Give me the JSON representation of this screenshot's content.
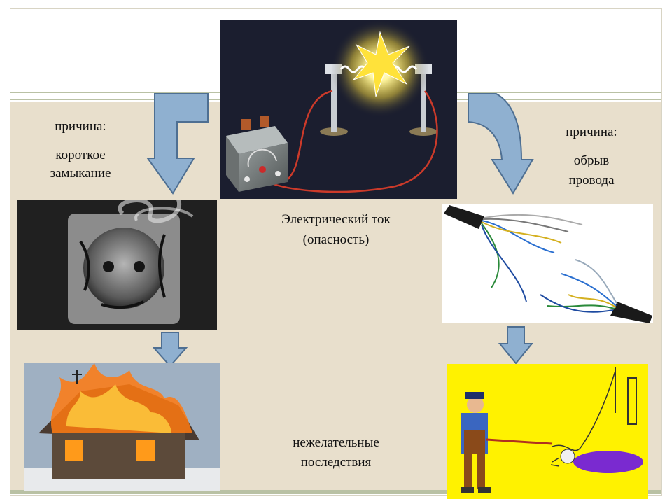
{
  "center": {
    "title_line1": "Электрический ток",
    "title_line2": "(опасность)"
  },
  "left_cause": {
    "label": "причина:",
    "line1": "короткое",
    "line2": "замыкание"
  },
  "right_cause": {
    "label": "причина:",
    "line1": "обрыв",
    "line2": "провода"
  },
  "consequences": {
    "line1": "нежелательные",
    "line2": "последствия"
  },
  "colors": {
    "beige_background": "#e8dfcc",
    "rule_green": "#b9c1a4",
    "arrow_fill": "#8fb0d0",
    "arrow_stroke": "#4e6f92"
  },
  "images": [
    "electric-circuit-photo",
    "burnt-socket-photo",
    "torn-cable-photo",
    "burning-house-photo",
    "electrocution-illustration"
  ]
}
